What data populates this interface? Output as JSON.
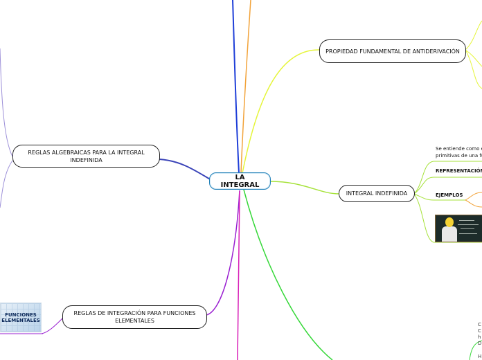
{
  "central": {
    "label": "LA INTEGRAL"
  },
  "branches": {
    "propiedad": {
      "label": "PROPIEDAD FUNDAMENTAL DE ANTIDERIVACIÓN"
    },
    "indefinida": {
      "label": "INTEGRAL INDEFINIDA"
    },
    "algebraicas": {
      "label": "REGLAS ALGEBRAICAS PARA LA INTEGRAL INDEFINIDA"
    },
    "elementales": {
      "label": "REGLAS DE INTEGRACIÓN PARA FUNCIONES ELEMENTALES"
    }
  },
  "indefinida_children": {
    "definition_line1": "Se entiende como el co",
    "definition_line2": "primitivas de una func",
    "representacion": "REPRESENTACIÓN M",
    "ejemplos": "EJEMPLOS"
  },
  "images": {
    "funciones_thumb_line1": "FUNCIONES",
    "funciones_thumb_line2": "ELEMENTALES"
  },
  "edge_fragments": {
    "r1": "C",
    "r2": "C",
    "r3": "h",
    "r4": "D",
    "r5": "H"
  },
  "colors": {
    "propiedad": "#e5f53a",
    "indefinida": "#a6e23a",
    "algebraicas": "#3a43b8",
    "elementales": "#9a1fd1",
    "bottom_green": "#37d83a",
    "bottom_magenta": "#d81fb8",
    "top_blue": "#1f3fd8",
    "top_orange": "#f2a33a",
    "central_border": "#1f7fb7"
  }
}
